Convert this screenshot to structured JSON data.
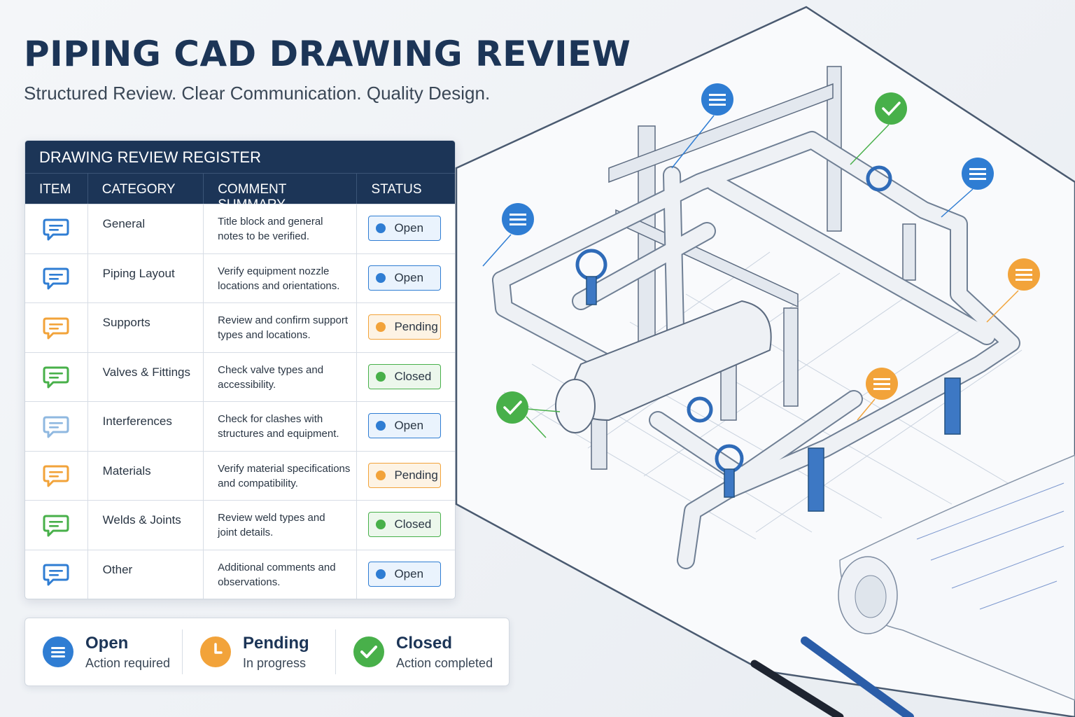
{
  "title": "PIPING CAD DRAWING REVIEW",
  "subtitle": "Structured Review. Clear Communication. Quality Design.",
  "register": {
    "title": "DRAWING REVIEW REGISTER",
    "headers": {
      "item": "ITEM",
      "category": "CATEGORY",
      "comment": "COMMENT SUMMARY",
      "status": "STATUS"
    },
    "rows": [
      {
        "category": "General",
        "comment_line1": "Title block and general",
        "comment_line2": "notes to be verified.",
        "status": "Open",
        "icon_color": "#2f7dd3",
        "status_color": "#2f7dd3",
        "status_bg": "#eaf3fd"
      },
      {
        "category": "Piping Layout",
        "comment_line1": "Verify equipment nozzle",
        "comment_line2": "locations and orientations.",
        "status": "Open",
        "icon_color": "#2f7dd3",
        "status_color": "#2f7dd3",
        "status_bg": "#eaf3fd"
      },
      {
        "category": "Supports",
        "comment_line1": "Review and confirm support",
        "comment_line2": "types and locations.",
        "status": "Pending",
        "icon_color": "#f2a33a",
        "status_color": "#f2a33a",
        "status_bg": "#fdf3e4"
      },
      {
        "category": "Valves & Fittings",
        "comment_line1": "Check valve types and",
        "comment_line2": "accessibility.",
        "status": "Closed",
        "icon_color": "#48b04a",
        "status_color": "#48b04a",
        "status_bg": "#ecf7ec"
      },
      {
        "category": "Interferences",
        "comment_line1": "Check for clashes with",
        "comment_line2": "structures and equipment.",
        "status": "Open",
        "icon_color": "#8fb8e0",
        "status_color": "#2f7dd3",
        "status_bg": "#eaf3fd"
      },
      {
        "category": "Materials",
        "comment_line1": "Verify material specifications",
        "comment_line2": "and compatibility.",
        "status": "Pending",
        "icon_color": "#f2a33a",
        "status_color": "#f2a33a",
        "status_bg": "#fdf3e4"
      },
      {
        "category": "Welds & Joints",
        "comment_line1": "Review weld types and",
        "comment_line2": "joint details.",
        "status": "Closed",
        "icon_color": "#48b04a",
        "status_color": "#48b04a",
        "status_bg": "#ecf7ec"
      },
      {
        "category": "Other",
        "comment_line1": "Additional comments and",
        "comment_line2": "observations.",
        "status": "Open",
        "icon_color": "#2f7dd3",
        "status_color": "#2f7dd3",
        "status_bg": "#eaf3fd"
      }
    ]
  },
  "legend": [
    {
      "name": "Open",
      "desc": "Action required",
      "icon": "comment-icon",
      "color": "#2f7dd3"
    },
    {
      "name": "Pending",
      "desc": "In progress",
      "icon": "clock-icon",
      "color": "#f2a33a"
    },
    {
      "name": "Closed",
      "desc": "Action completed",
      "icon": "check-icon",
      "color": "#48b04a"
    }
  ],
  "colors": {
    "navy": "#1c3557",
    "open": "#2f7dd3",
    "pending": "#f2a33a",
    "closed": "#48b04a"
  }
}
